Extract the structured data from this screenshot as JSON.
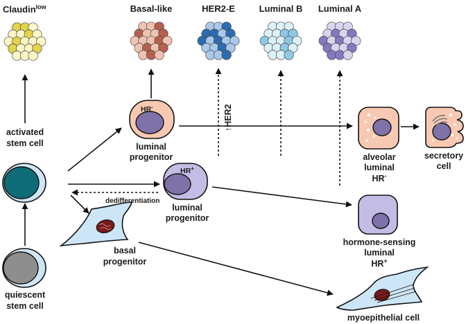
{
  "subtypes": {
    "claudin": {
      "main": "Claudin",
      "sup": "low"
    },
    "basal_like": "Basal-like",
    "her2_e": "HER2-E",
    "luminal_b": "Luminal B",
    "luminal_a": "Luminal A"
  },
  "cells": {
    "activated_stem": [
      "activated",
      "stem cell"
    ],
    "quiescent_stem": [
      "quiescent",
      "stem cell"
    ],
    "luminal_prog_neg": {
      "hr": "HR",
      "hr_sup": "-",
      "label": [
        "luminal",
        "progenitor"
      ]
    },
    "luminal_prog_pos": {
      "hr": "HR",
      "hr_sup": "+",
      "label": [
        "luminal",
        "progenitor"
      ]
    },
    "basal_prog": [
      "basal",
      "progenitor"
    ],
    "alveolar": [
      "alveolar",
      "luminal",
      "HR",
      "-"
    ],
    "secretory": [
      "secretory",
      "cell"
    ],
    "hormone_sensing": [
      "hormone-sensing",
      "luminal",
      "HR",
      "+"
    ],
    "myoepithelial": "myoepithelial cell"
  },
  "annotations": {
    "her2": "↑HER2",
    "dediff": "dedifferentiation"
  },
  "colors": {
    "claudin_light": "#fdf7c6",
    "claudin_dark": "#e3d44a",
    "basal_light": "#f0c2b2",
    "basal_dark": "#b5604c",
    "her2_light": "#a9c9ea",
    "her2_dark": "#2b6cb2",
    "lumb_light": "#dcf0f8",
    "lumb_dark": "#8ec9e4",
    "luma_light": "#d9d5ee",
    "luma_dark": "#8479c0",
    "stem_outer": "#cfe6f6",
    "stem_nucleus": "#0e6d76",
    "quiescent_nucleus": "#8e8e8e",
    "lum_neg_fill": "#f8c9b2",
    "lum_pos_fill": "#c3bce4",
    "nucleus_purple": "#7f72a9",
    "basal_fill": "#cde6f7",
    "basal_nucleus": "#7a1a1a",
    "line": "#111111"
  }
}
